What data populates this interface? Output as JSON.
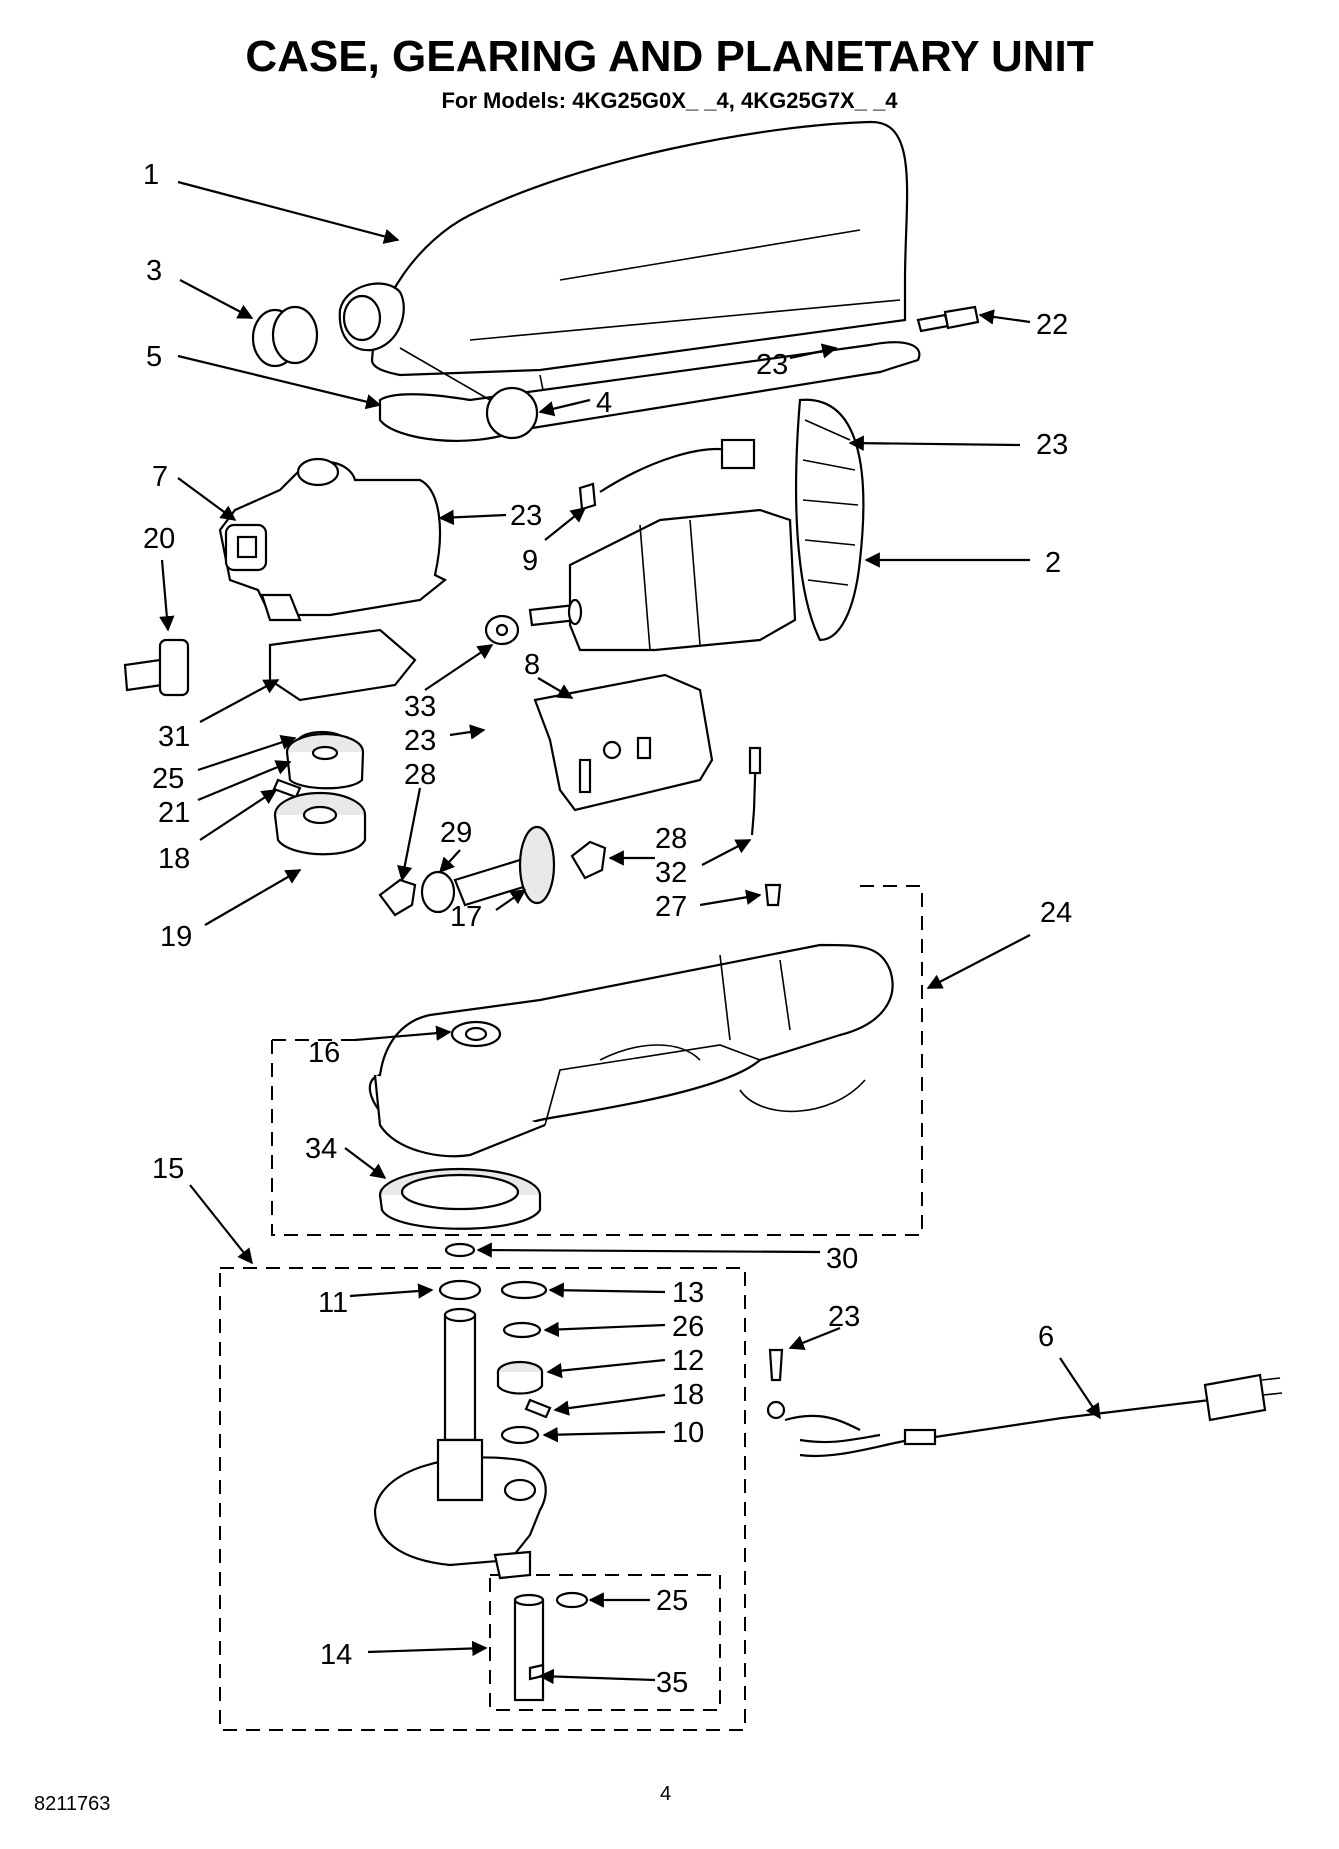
{
  "header": {
    "title": "CASE, GEARING AND PLANETARY UNIT",
    "subtitle": "For Models: 4KG25G0X_ _4, 4KG25G7X_ _4"
  },
  "footer": {
    "doc_number": "8211763",
    "page_number": "4"
  },
  "callouts": {
    "c1": "1",
    "c2": "2",
    "c3": "3",
    "c4": "4",
    "c5": "5",
    "c6": "6",
    "c7": "7",
    "c8": "8",
    "c9": "9",
    "c10": "10",
    "c11": "11",
    "c12": "12",
    "c13": "13",
    "c14": "14",
    "c15": "15",
    "c16": "16",
    "c17": "17",
    "c18a": "18",
    "c18b": "18",
    "c19": "19",
    "c20": "20",
    "c21": "21",
    "c22": "22",
    "c23a": "23",
    "c23b": "23",
    "c23c": "23",
    "c23d": "23",
    "c23e": "23",
    "c24": "24",
    "c25a": "25",
    "c25b": "25",
    "c26": "26",
    "c27": "27",
    "c28a": "28",
    "c28b": "28",
    "c29": "29",
    "c30": "30",
    "c31": "31",
    "c32": "32",
    "c33": "33",
    "c34": "34",
    "c35": "35"
  }
}
